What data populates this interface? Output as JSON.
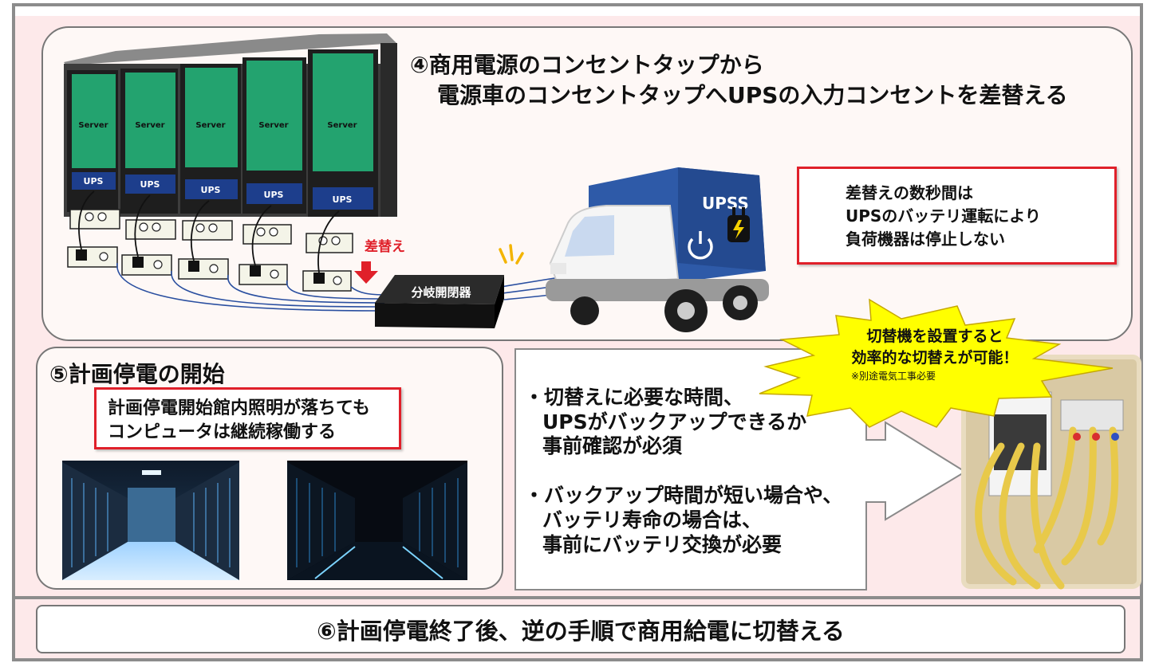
{
  "step4": {
    "line1": "④商用電源のコンセントタップから",
    "line2": "電源車のコンセントタップへUPSの入力コンセントを差替える"
  },
  "racks": {
    "server_label": "Server",
    "ups_label": "UPS",
    "swap_label": "差替え",
    "switch_label": "分岐開閉器"
  },
  "truck": {
    "label": "UPSS"
  },
  "note4": {
    "line1": "差替えの数秒間は",
    "line2": "UPSのバッテリ運転により",
    "line3": "負荷機器は停止しない"
  },
  "step5": {
    "title": "⑤計画停電の開始",
    "box_line1": "計画停電開始館内照明が落ちても",
    "box_line2": "コンピュータは継続稼働する"
  },
  "bullets": {
    "b1": [
      "・切替えに必要な時間、",
      "UPSがバックアップできるか",
      "事前確認が必須"
    ],
    "b2": [
      "・バックアップ時間が短い場合や、",
      "バッテリ寿命の場合は、",
      "事前にバッテリ交換が必要"
    ]
  },
  "burst": {
    "line1": "切替機を設置すると",
    "line2": "効率的な切替えが可能！",
    "line3": "※別途電気工事必要"
  },
  "step6": {
    "text": "⑥計画停電終了後、逆の手順で商用給電に切替える"
  },
  "colors": {
    "accent_red": "#e0202a",
    "server_green": "#23a36f",
    "ups_blue": "#1d3e8c",
    "truck_blue": "#2e5aa8",
    "burst_yellow": "#ffff00"
  }
}
